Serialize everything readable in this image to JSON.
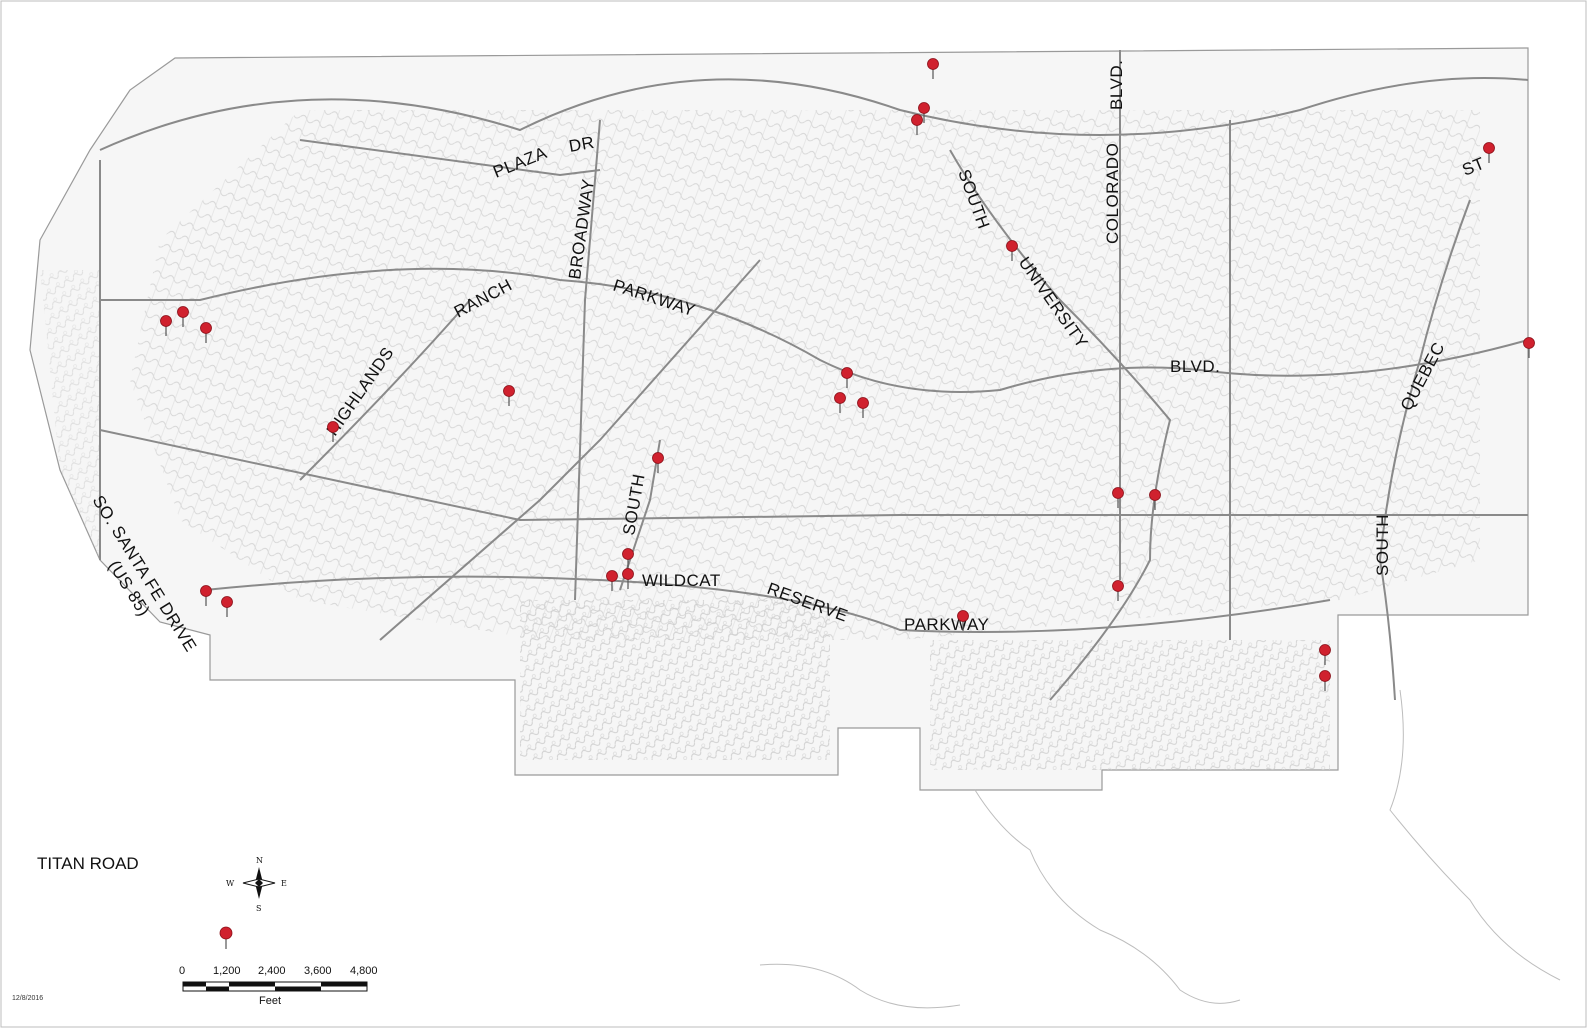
{
  "legend": {
    "title": "TITAN ROAD",
    "date": "12/8/2016"
  },
  "scale_bar": {
    "ticks": [
      "0",
      "1,200",
      "2,400",
      "3,600",
      "4,800"
    ],
    "unit": "Feet"
  },
  "compass": {
    "n": "N",
    "s": "S",
    "e": "E",
    "w": "W"
  },
  "roads": {
    "plaza_dr": [
      "PLAZA",
      "DR"
    ],
    "highlands_ranch_parkway": [
      "HIGHLANDS",
      "RANCH",
      "PARKWAY"
    ],
    "broadway": [
      "BROADWAY"
    ],
    "south_broadway": [
      "SOUTH"
    ],
    "south_university_blvd": [
      "SOUTH",
      "UNIVERSITY",
      "BLVD."
    ],
    "colorado_blvd": [
      "COLORADO",
      "BLVD."
    ],
    "quebec_st": [
      "QUEBEC",
      "ST"
    ],
    "south_quebec": [
      "SOUTH"
    ],
    "wildcat_reserve_parkway": [
      "WILDCAT",
      "RESERVE",
      "PARKWAY"
    ],
    "santa_fe": [
      "SO. SANTA FE DRIVE",
      "(US 85)"
    ]
  },
  "colors": {
    "marker": "#d0212e",
    "road": "#8a8a8a",
    "street": "#c9c9c9",
    "boundary": "#9a9a9a"
  },
  "marker_icon": "red-map-pin-icon"
}
